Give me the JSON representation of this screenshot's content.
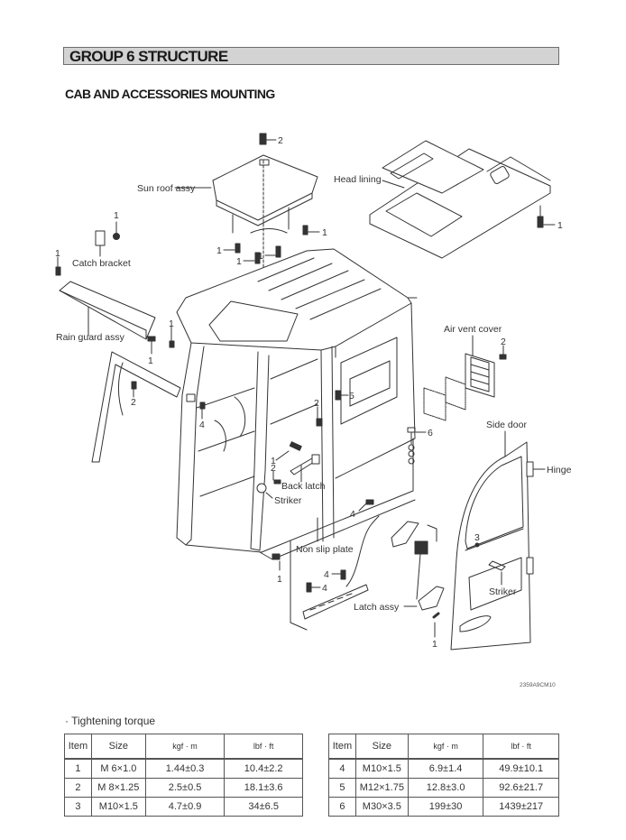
{
  "header": {
    "group_title": "GROUP  6  STRUCTURE",
    "section_title": "CAB AND ACCESSORIES MOUNTING"
  },
  "diagram": {
    "labels": {
      "sun_roof_assy": "Sun roof assy",
      "head_lining": "Head lining",
      "catch_bracket": "Catch bracket",
      "rain_guard_assy": "Rain guard assy",
      "air_vent_cover": "Air vent cover",
      "side_door": "Side door",
      "hinge": "Hinge",
      "back_latch": "Back latch",
      "striker_cab": "Striker",
      "non_slip_plate": "Non slip plate",
      "latch_assy": "Latch assy",
      "striker_door": "Striker"
    },
    "callouts": {
      "sunroof_top_bolt": "2",
      "sunroof_right_bolt": "1",
      "sunroof_left_bolt": "1",
      "sunroof_mid_bolt_a": "1",
      "sunroof_mid_bolt_b": "1",
      "head_lining_bolt": "1",
      "catch_bracket_bolt": "1",
      "rain_guard_left_bolt": "1",
      "rain_guard_right_bolt_a": "1",
      "rain_guard_right_bolt_b": "1",
      "front_frame_bolt": "2",
      "front_bracket_bolt": "4",
      "air_vent_bolt": "2",
      "cab_bolt_5": "5",
      "cab_bolt_2": "2",
      "anchor_bolt": "6",
      "back_latch_bolt": "1",
      "striker_bolt": "2",
      "step_bolt_top": "4",
      "step_bolt_a": "4",
      "step_bolt_b": "4",
      "floor_bolt": "1",
      "door_striker_bolt": "3",
      "latch_bolt": "1"
    },
    "figure_code": "2359A9CM10"
  },
  "torque": {
    "caption": "· Tightening torque",
    "columns": [
      "Item",
      "Size",
      "kgf · m",
      "lbf · ft"
    ],
    "left_rows": [
      {
        "item": "1",
        "size": "M 6×1.0",
        "kgfm": "1.44±0.3",
        "lbfft": "10.4±2.2"
      },
      {
        "item": "2",
        "size": "M 8×1.25",
        "kgfm": "2.5±0.5",
        "lbfft": "18.1±3.6"
      },
      {
        "item": "3",
        "size": "M10×1.5",
        "kgfm": "4.7±0.9",
        "lbfft": "34±6.5"
      }
    ],
    "right_rows": [
      {
        "item": "4",
        "size": "M10×1.5",
        "kgfm": "6.9±1.4",
        "lbfft": "49.9±10.1"
      },
      {
        "item": "5",
        "size": "M12×1.75",
        "kgfm": "12.8±3.0",
        "lbfft": "92.6±21.7"
      },
      {
        "item": "6",
        "size": "M30×3.5",
        "kgfm": "199±30",
        "lbfft": "1439±217"
      }
    ]
  }
}
